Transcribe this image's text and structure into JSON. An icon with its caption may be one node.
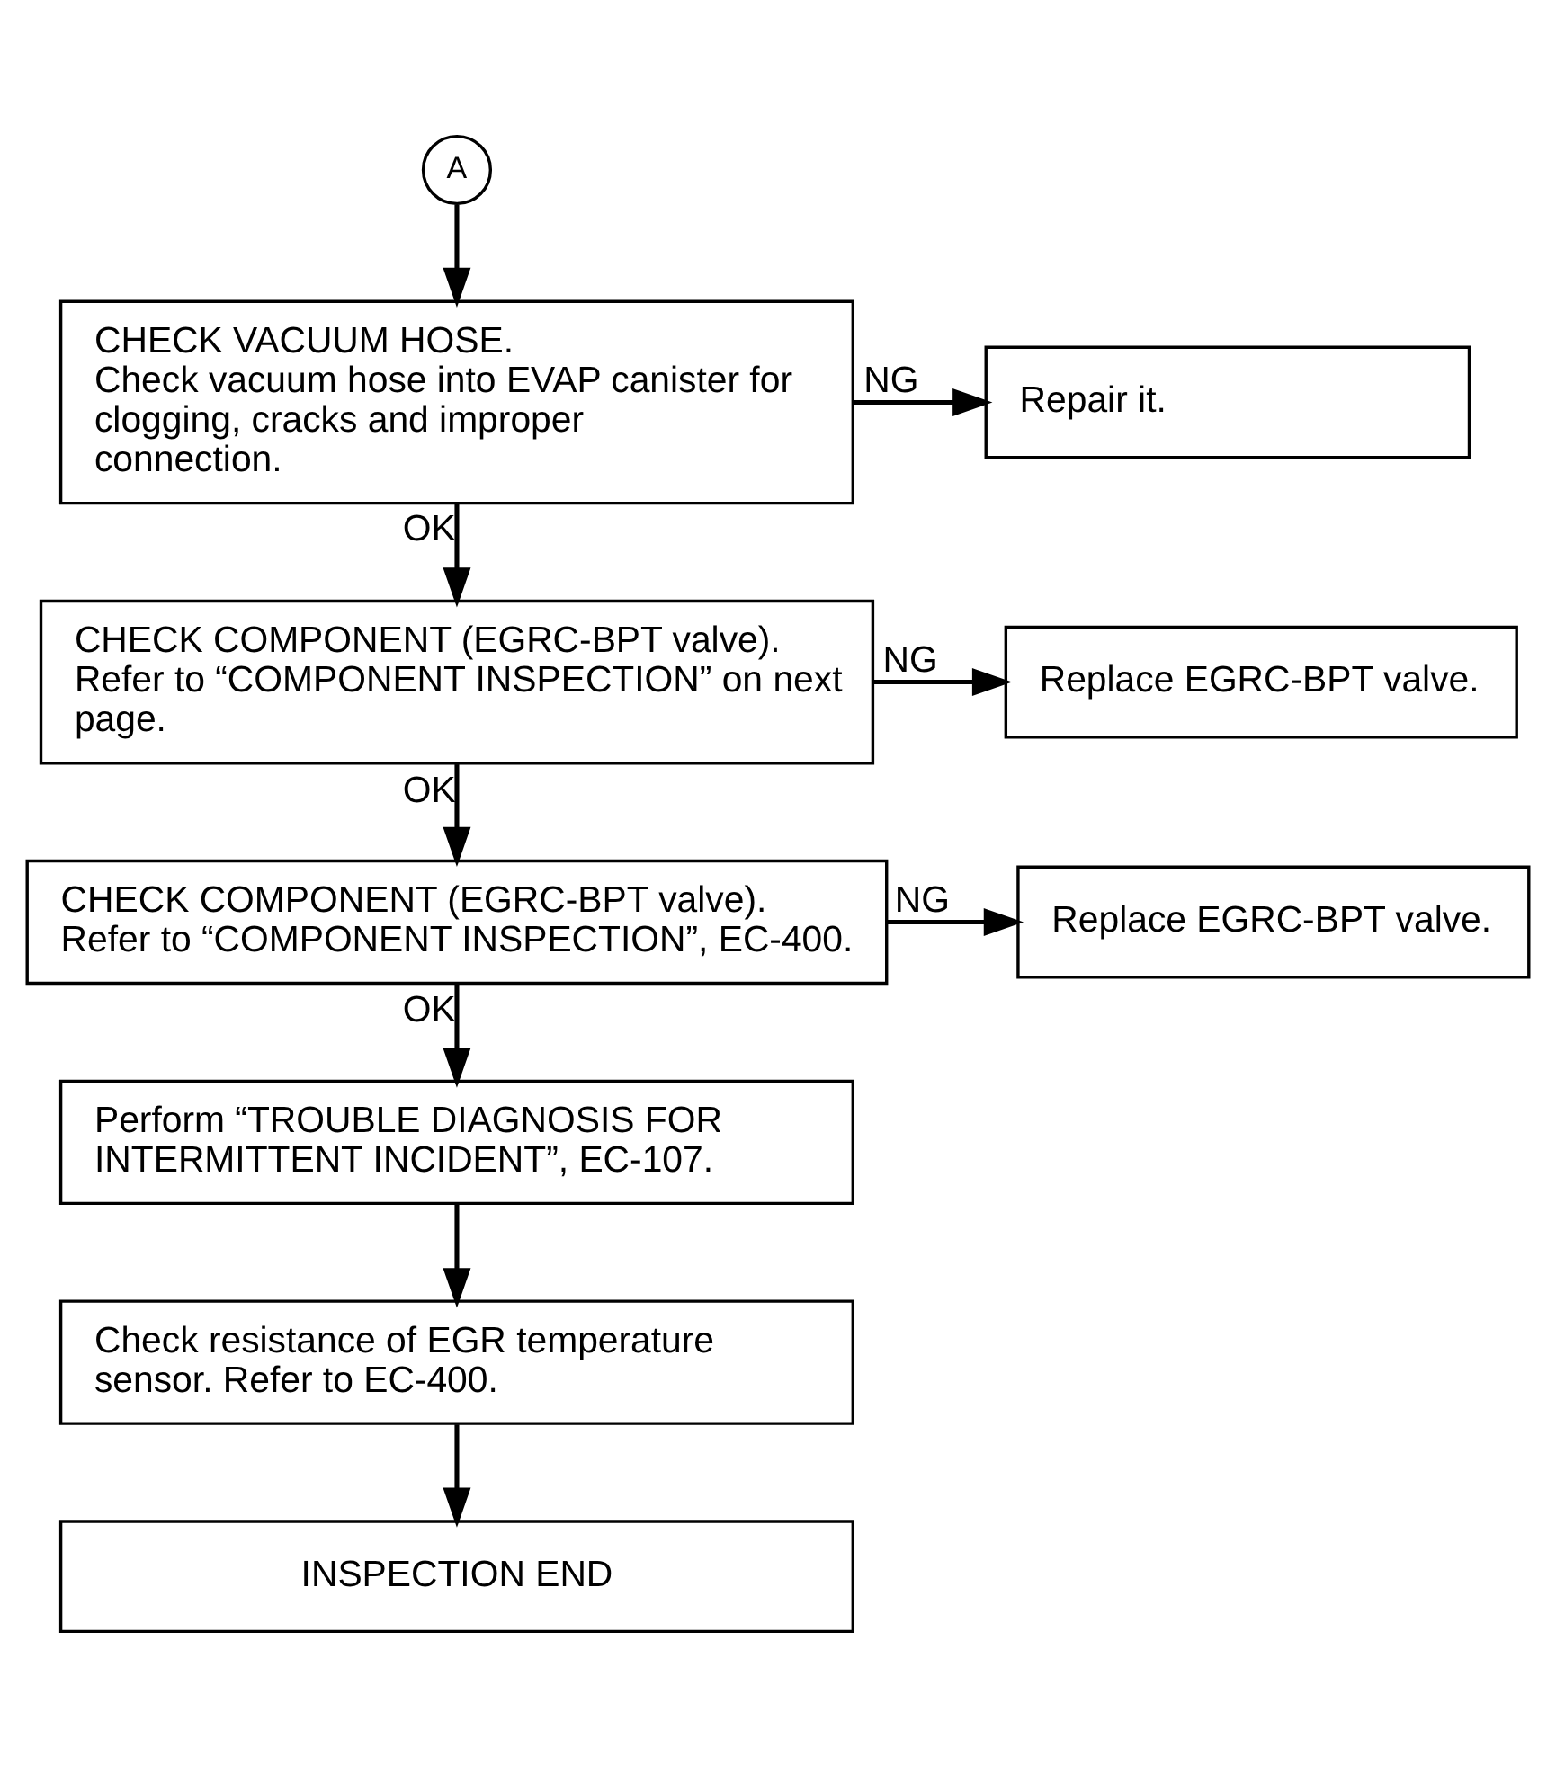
{
  "diagram": {
    "nodes": [
      {
        "text": [
          "A"
        ]
      },
      {
        "text": [
          "CHECK VACUUM HOSE.",
          "Check vacuum hose into EVAP canister for clogging, cracks and improper connection."
        ]
      },
      {
        "text": [
          "Repair it."
        ]
      },
      {
        "text": [
          "CHECK COMPONENT (EGRC-BPT valve).",
          "Refer to “COMPONENT INSPECTION” on next page."
        ]
      },
      {
        "text": [
          "Replace EGRC-BPT valve."
        ]
      },
      {
        "text": [
          "CHECK COMPONENT (EGRC-BPT valve).",
          "Refer to “COMPONENT INSPECTION”, EC-400."
        ]
      },
      {
        "text": [
          "Replace EGRC-BPT valve."
        ]
      },
      {
        "text": [
          "Perform “TROUBLE DIAGNOSIS FOR INTERMITTENT INCIDENT”, EC-107."
        ]
      },
      {
        "text": [
          "Check resistance of EGR temperature sensor. Refer to EC-400."
        ]
      },
      {
        "text": [
          "INSPECTION END"
        ]
      }
    ],
    "edges": [
      {
        "from": 0,
        "to": 1,
        "arrow": "to"
      },
      {
        "from": 1,
        "to": 2,
        "arrow": "to",
        "label": "NG"
      },
      {
        "from": 1,
        "to": 3,
        "arrow": "to",
        "label": "OK"
      },
      {
        "from": 3,
        "to": 4,
        "arrow": "to",
        "label": "NG"
      },
      {
        "from": 3,
        "to": 5,
        "arrow": "to",
        "label": "OK"
      },
      {
        "from": 5,
        "to": 6,
        "arrow": "to",
        "label": "NG"
      },
      {
        "from": 5,
        "to": 7,
        "arrow": "to",
        "label": "OK"
      },
      {
        "from": 7,
        "to": 8,
        "arrow": "to"
      },
      {
        "from": 8,
        "to": 9,
        "arrow": "to"
      }
    ]
  }
}
